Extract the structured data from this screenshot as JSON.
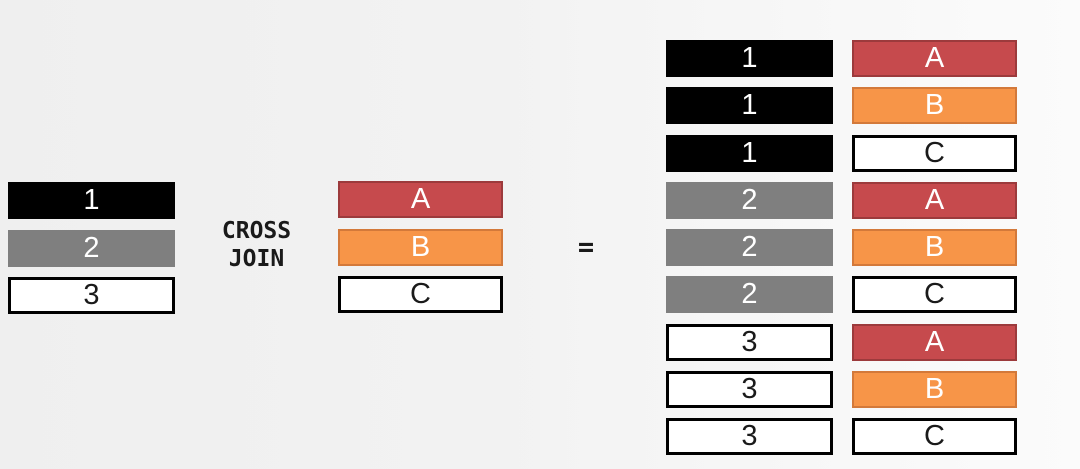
{
  "diagram": {
    "operator": {
      "line1": "CROSS",
      "line2": "JOIN",
      "equals": "="
    },
    "left_table": {
      "rows": [
        {
          "label": "1",
          "variant": "black"
        },
        {
          "label": "2",
          "variant": "gray"
        },
        {
          "label": "3",
          "variant": "white"
        }
      ]
    },
    "right_table": {
      "rows": [
        {
          "label": "A",
          "variant": "red"
        },
        {
          "label": "B",
          "variant": "orange"
        },
        {
          "label": "C",
          "variant": "white"
        }
      ]
    },
    "result_table": {
      "rows": [
        {
          "left": {
            "label": "1",
            "variant": "black"
          },
          "right": {
            "label": "A",
            "variant": "red"
          }
        },
        {
          "left": {
            "label": "1",
            "variant": "black"
          },
          "right": {
            "label": "B",
            "variant": "orange"
          }
        },
        {
          "left": {
            "label": "1",
            "variant": "black"
          },
          "right": {
            "label": "C",
            "variant": "white"
          }
        },
        {
          "left": {
            "label": "2",
            "variant": "gray"
          },
          "right": {
            "label": "A",
            "variant": "red"
          }
        },
        {
          "left": {
            "label": "2",
            "variant": "gray"
          },
          "right": {
            "label": "B",
            "variant": "orange"
          }
        },
        {
          "left": {
            "label": "2",
            "variant": "gray"
          },
          "right": {
            "label": "C",
            "variant": "white"
          }
        },
        {
          "left": {
            "label": "3",
            "variant": "white"
          },
          "right": {
            "label": "A",
            "variant": "red"
          }
        },
        {
          "left": {
            "label": "3",
            "variant": "white"
          },
          "right": {
            "label": "B",
            "variant": "orange"
          }
        },
        {
          "left": {
            "label": "3",
            "variant": "white"
          },
          "right": {
            "label": "C",
            "variant": "white"
          }
        }
      ]
    }
  },
  "colors": {
    "black-fill": "#000000",
    "gray-fill": "#7f7f7f",
    "white-fill": "#ffffff",
    "white-border": "#000000",
    "red-fill": "#c64a4d",
    "red-border": "#9c3a3c",
    "orange-fill": "#f79548",
    "orange-border": "#d3793a",
    "label-light": "#ffffff",
    "label-dark": "#1a1a1a",
    "bg-left": "#efefef",
    "bg-right": "#fbfbfb"
  }
}
